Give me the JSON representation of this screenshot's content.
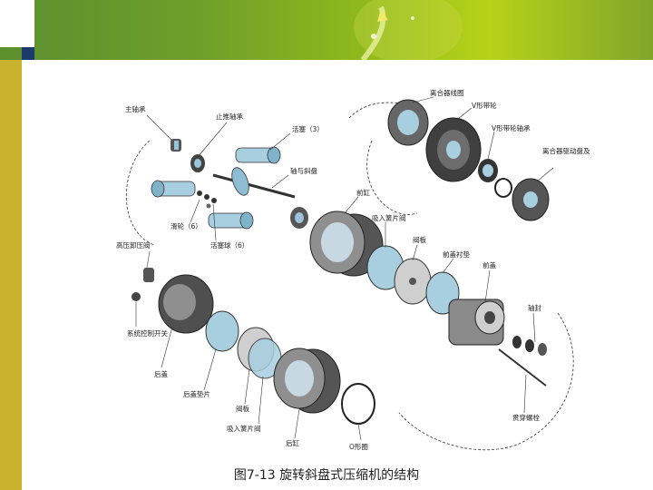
{
  "slide": {
    "caption": "图7-13  旋转斜盘式压缩机的结构",
    "colors": {
      "header_green": "#6e9e2a",
      "sidebar_gold": "#c9b32e",
      "accent_blue": "#1c3a6b"
    }
  },
  "diagram": {
    "labels": {
      "main_bearing": "主轴承",
      "thrust_bearing": "止推轴承",
      "piston": "活塞（3）",
      "shaft_swashplate": "轴与斜盘",
      "shoe": "滑轮（6）",
      "piston_ball": "活塞球（6）",
      "clutch_coil": "离合器线圈",
      "v_pulley": "V形带轮",
      "v_pulley_bearing": "V形带轮轴承",
      "clutch_hub": "离合器驱动盘及其轮毂",
      "front_cylinder": "前缸",
      "suction_reed_front": "吸入簧片阀",
      "valve_plate_front": "阀板",
      "front_cover_gasket": "前盖衬垫",
      "front_cover": "前盖",
      "shaft_seal": "轴封",
      "relief_valve": "高压卸压阀",
      "cycling_switch": "系统控制开关",
      "rear_cover": "后盖",
      "rear_cover_gasket": "后盖垫片",
      "valve_plate_rear": "阀板",
      "suction_reed_rear": "吸入簧片阀",
      "rear_cylinder": "后缸",
      "o_ring": "O形圈",
      "through_bolt": "贯穿螺栓"
    }
  }
}
